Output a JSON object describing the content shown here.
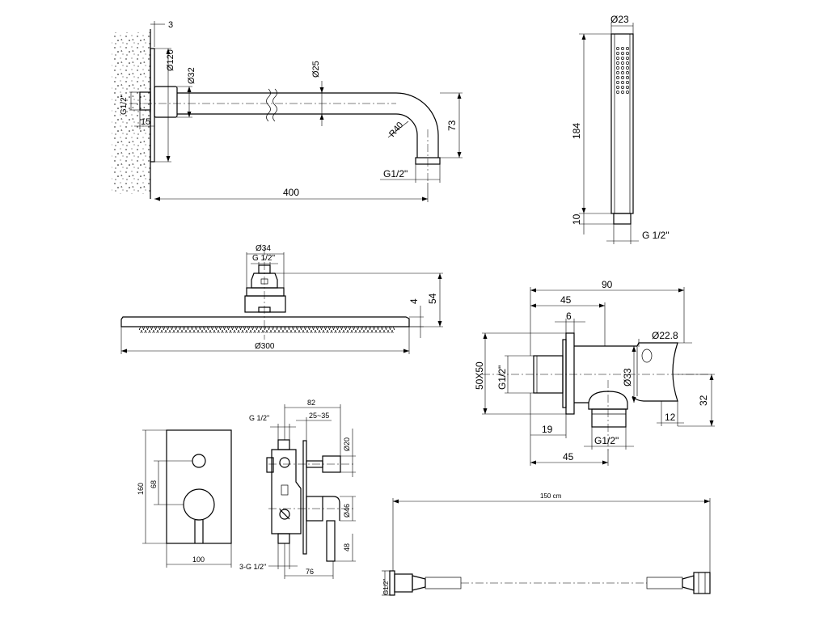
{
  "shower_arm": {
    "flange_thickness": "3",
    "flange_diameter": "Ø120",
    "collar_diameter": "Ø32",
    "pipe_diameter": "Ø25",
    "wall_thread": "G1/2\"",
    "thread_depth": "15",
    "bend_radius": "R40",
    "drop_height": "73",
    "outlet_thread": "G1/2\"",
    "length": "400"
  },
  "hand_shower": {
    "diameter": "Ø23",
    "length": "184",
    "base_height": "10",
    "thread": "G 1/2\""
  },
  "rain_head": {
    "connector_diameter": "Ø34",
    "thread": "G 1/2\"",
    "plate_thickness": "4",
    "total_height": "54",
    "plate_diameter": "Ø300"
  },
  "wall_outlet": {
    "total_depth": "90",
    "holder_depth": "45",
    "plate_thickness": "6",
    "holder_diameter": "Ø22.8",
    "plate_size": "50X50",
    "inlet_thread": "G1/2\"",
    "body_diameter": "Ø33",
    "outlet_offset": "32",
    "holder_width": "12",
    "inlet_length": "19",
    "outlet_thread": "G1/2\"",
    "outlet_offset_depth": "45"
  },
  "mixer": {
    "plate_height": "160",
    "handle_offset": "68",
    "plate_width": "100",
    "thread_top": "G 1/2\"",
    "total_depth": "82",
    "adjust_range": "25~35",
    "knob_diameter": "Ø20",
    "lever_diameter": "Ø46",
    "lever_height": "48",
    "thread_bottom": "3-G 1/2\"",
    "body_depth": "76"
  },
  "hose": {
    "length": "150 cm",
    "thread": "G1/2\""
  }
}
